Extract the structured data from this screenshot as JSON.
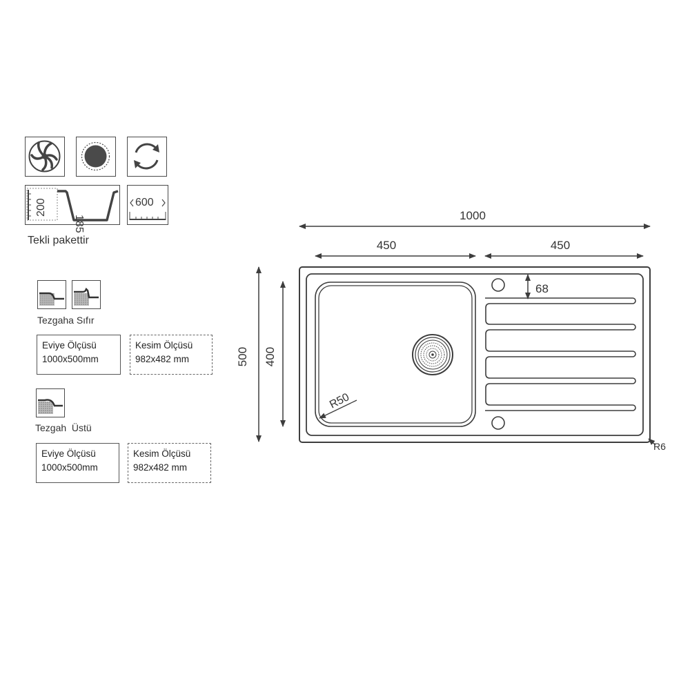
{
  "icons": [
    {
      "name": "vortex-drain-icon"
    },
    {
      "name": "round-bowl-icon"
    },
    {
      "name": "reversible-icon"
    },
    {
      "name": "depth-profile-icon",
      "depth_outer": "200",
      "depth_bowl": "185"
    },
    {
      "name": "cabinet-width-icon",
      "cabinet_width": "600"
    }
  ],
  "package_note": "Tekli pakettir",
  "mount_flush": {
    "title": "Tezgaha Sıfır",
    "sink_size_label": "Eviye Ölçüsü",
    "sink_size_value": "1000x500mm",
    "cutout_label": "Kesim Ölçüsü",
    "cutout_value": "982x482 mm"
  },
  "mount_top": {
    "title": "Tezgah  Üstü",
    "sink_size_label": "Eviye Ölçüsü",
    "sink_size_value": "1000x500mm",
    "cutout_label": "Kesim Ölçüsü",
    "cutout_value": "982x482 mm"
  },
  "drawing": {
    "total_width": "1000",
    "bowl_width": "450",
    "drainer_width": "450",
    "tap_offset": "68",
    "total_height": "500",
    "bowl_height": "400",
    "bowl_radius": "R50",
    "corner_radius": "R6"
  },
  "colors": {
    "line": "#3d3d3d",
    "fill_dark": "#4a4a4a"
  }
}
